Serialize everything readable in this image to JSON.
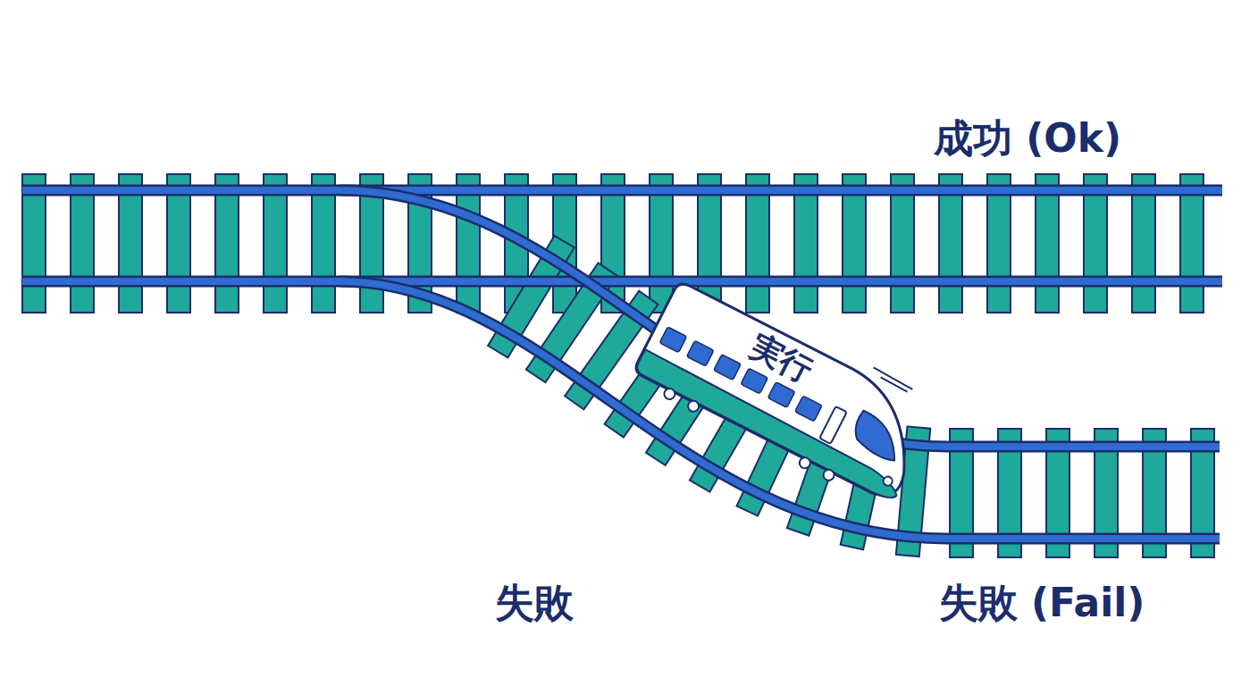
{
  "diagram": {
    "nodes": [
      {
        "text": [
          "実行"
        ]
      }
    ],
    "labels": [
      "成功 (Ok)",
      "失敗",
      "失敗 (Fail)"
    ]
  }
}
